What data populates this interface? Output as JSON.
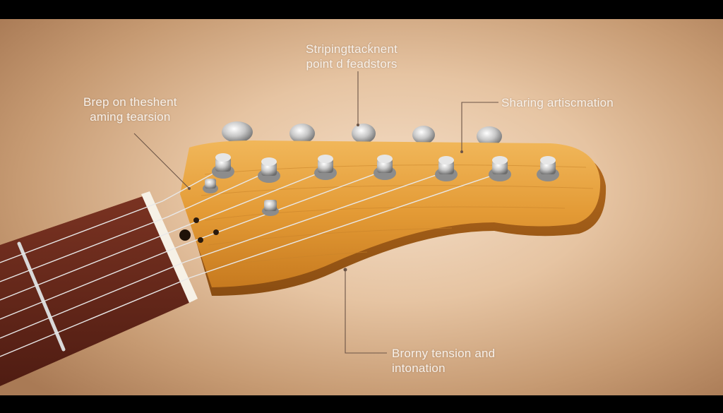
{
  "annotations": [
    {
      "id": "top",
      "lines": [
        "Stripingttacḱnent",
        "point d feadstors"
      ]
    },
    {
      "id": "left",
      "lines": [
        "Brep on theshent",
        "aming ŧearsion"
      ]
    },
    {
      "id": "right",
      "lines": [
        "Sharing artiscmation"
      ]
    },
    {
      "id": "bottom",
      "lines": [
        "Brorny tension and",
        "intonation"
      ]
    }
  ],
  "colors": {
    "background": "#e6c4a2",
    "headstock_wood": "#e8a53e",
    "fretboard": "#6b2a1c",
    "nut": "#f6f1e6",
    "tuner_metal": "#c9c9c9",
    "label_text": "#f8f1ea"
  }
}
